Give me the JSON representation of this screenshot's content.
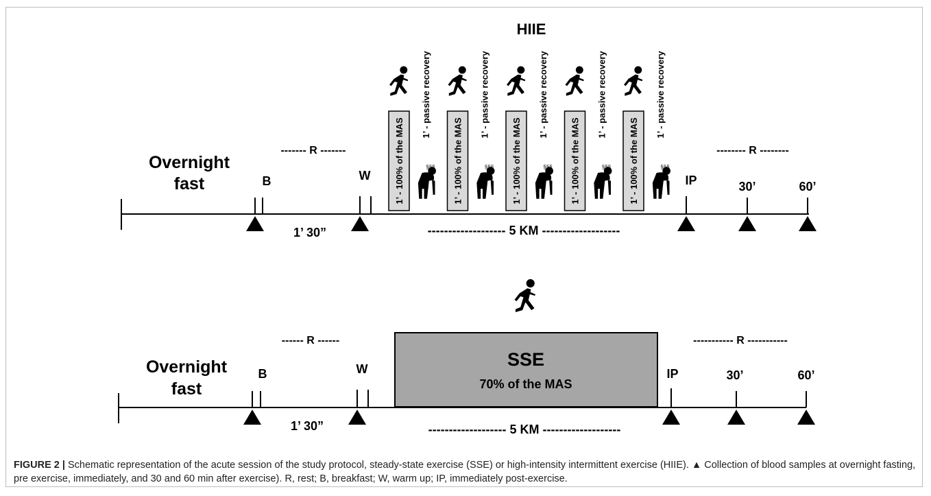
{
  "hiie": {
    "title": "HIIE",
    "left_label_line1": "Overnight",
    "left_label_line2": "fast",
    "rest_left": "------- R -------",
    "rest_right": "-------- R --------",
    "mark_b": "B",
    "mark_w": "W",
    "mark_ip": "IP",
    "mark_30": "30’",
    "mark_60": "60’",
    "duration": "1’ 30”",
    "distance": "------------------- 5 KM -------------------",
    "sprint_label": "1’ - 100% of the MAS",
    "recovery_label": "1’ - passive recovery",
    "repeats": 5
  },
  "sse": {
    "block_title": "SSE",
    "block_subtitle": "70% of the MAS",
    "left_label_line1": "Overnight",
    "left_label_line2": "fast",
    "rest_left": "------ R ------",
    "rest_right": "----------- R -----------",
    "mark_b": "B",
    "mark_w": "W",
    "mark_ip": "IP",
    "mark_30": "30’",
    "mark_60": "60’",
    "duration": "1’ 30”",
    "distance": "------------------- 5 KM -------------------"
  },
  "caption": {
    "label": "FIGURE 2 |",
    "text": " Schematic representation of the acute session of the study protocol, steady-state exercise (SSE) or high-intensity intermittent exercise (HIIE). ▲ Collection of blood samples at overnight fasting, pre exercise, immediately, and 30 and 60 min after exercise). R, rest; B, breakfast; W, warm up; IP, immediately post-exercise."
  },
  "icons": [
    "runner-icon",
    "fatigued-person-icon",
    "sample-triangle-icon"
  ],
  "colors": {
    "line": "#000000",
    "sprint_box": "#d9d9d9",
    "sse_box": "#a6a6a6",
    "frame": "#bdbdbd"
  }
}
